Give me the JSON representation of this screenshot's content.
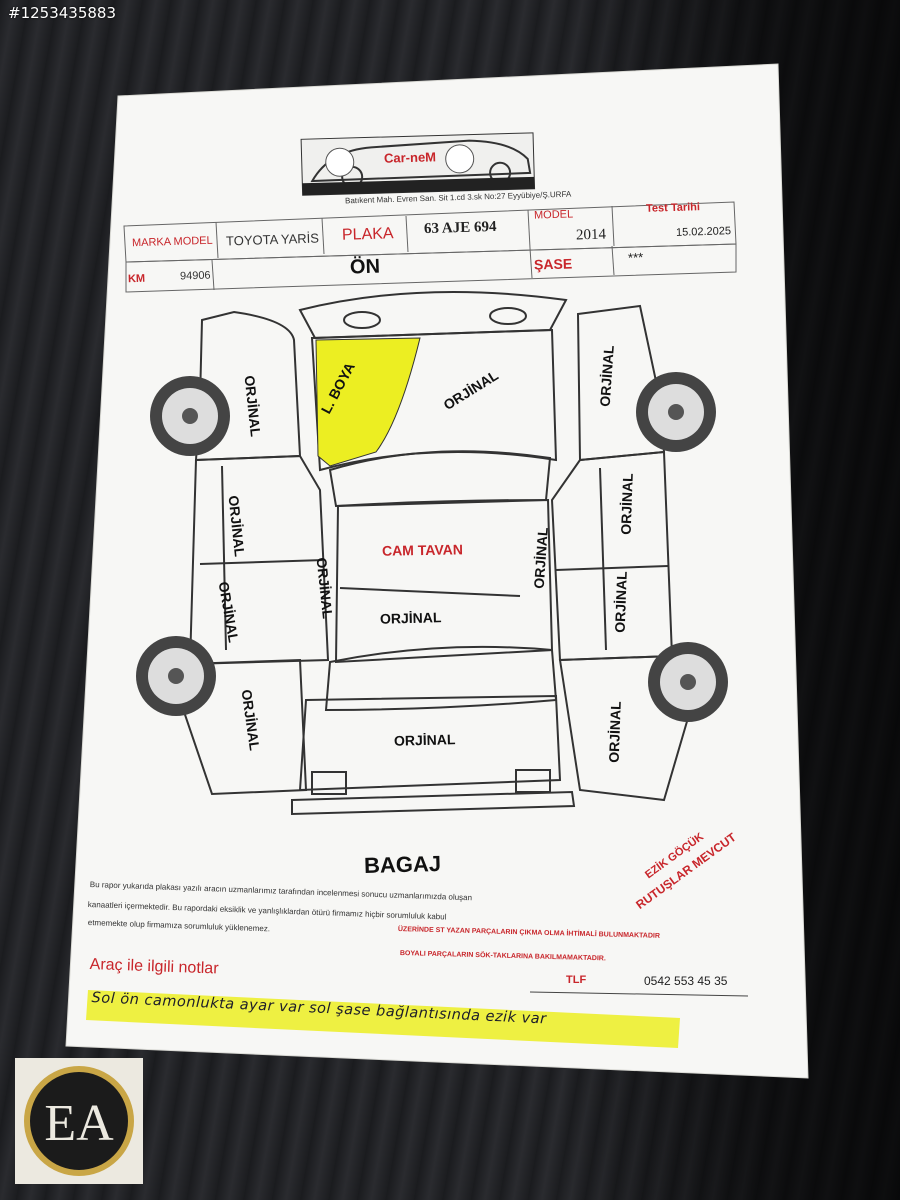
{
  "photo": {
    "id_watermark": "#1253435883"
  },
  "header": {
    "logo_text": "Car-neM",
    "address": "Batıkent Mah. Evren San. Sit 1.cd 3.sk No:27 Eyyübiye/Ş.URFA"
  },
  "form": {
    "marka_model_label": "MARKA MODEL",
    "marka_model_value": "TOYOTA YARİS",
    "plaka_label": "PLAKA",
    "plaka_value": "63 AJE 694",
    "model_label": "MODEL",
    "model_value": "2014",
    "test_tarihi_label": "Test Tarihi",
    "test_tarihi_value": "15.02.2025",
    "km_label": "KM",
    "km_value": "94906",
    "on_label": "ÖN",
    "sase_label": "ŞASE",
    "sase_value": "***"
  },
  "diagram": {
    "front_left_fender": "L. BOYA",
    "hood": "ORJİNAL",
    "front_left_door_side": "ORJİNAL",
    "front_right_side": "ORJİNAL",
    "left_front_door": "ORJİNAL",
    "left_rear_door": "ORJİNAL",
    "left_pillar": "ORJİNAL",
    "roof_note": "CAM TAVAN",
    "roof": "ORJİNAL",
    "right_front_door": "ORJİNAL",
    "right_pillar": "ORJİNAL",
    "right_rear_door": "ORJİNAL",
    "left_rear_fender": "ORJİNAL",
    "right_rear_fender": "ORJİNAL",
    "trunk": "ORJİNAL",
    "rear_label": "BAGAJ",
    "highlight_color": "#ecee22"
  },
  "disclaimer": {
    "line1": "Bu rapor yukarıda plakası yazılı aracın uzmanlarımız tarafından incelenmesi sonucu uzmanlarımızda oluşan",
    "line2": "kanaatleri içermektedir. Bu rapordaki eksiklik ve yanlışlıklardan ötürü firmamız hiçbir sorumluluk kabul",
    "line3": "etmemekte olup firmamıza sorumluluk yüklenemez."
  },
  "stamp": {
    "line1": "EZİK GÖÇÜK",
    "line2": "RUTUŞLAR MEVCUT"
  },
  "warnings": {
    "line1": "ÜZERİNDE ST YAZAN PARÇALARIN ÇIKMA OLMA İHTİMALİ BULUNMAKTADIR",
    "line2": "BOYALI PARÇALARIN SÖK-TAKLARINA BAKILMAMAKTADIR."
  },
  "contact": {
    "tlf_label": "TLF",
    "tlf_value": "0542 553 45 35"
  },
  "notes": {
    "title": "Araç ile ilgili notlar",
    "handwritten": "Sol ön camonlukta ayar var sol şase bağlantısında ezik var"
  },
  "corner_logo": {
    "text": "EA",
    "ring_color": "#c9a646"
  }
}
